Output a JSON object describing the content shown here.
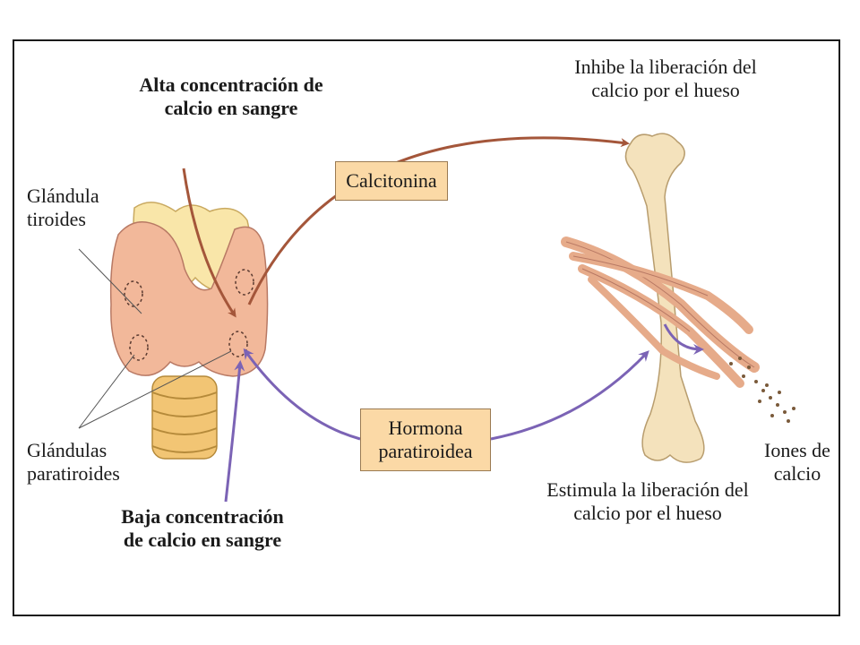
{
  "labels": {
    "high_calcium": "Alta concentración de calcio en sangre",
    "thyroid": "Glándula tiroides",
    "parathyroids": "Glándulas paratiroides",
    "low_calcium": "Baja concentración de calcio en sangre",
    "inhibit": "Inhibe la liberación del calcio por el hueso",
    "stimulate": "Estimula la liberación del calcio por el hueso",
    "calcium_ions": "Iones de calcio"
  },
  "hormones": {
    "calcitonin": "Calcitonina",
    "pth": "Hormona paratiroidea"
  },
  "colors": {
    "calcitonin_arrow": "#a4563a",
    "pth_arrow": "#7b63b5",
    "hormone_box": "#fbd9a6",
    "thyroid_tissue": "#f2b89a",
    "bone": "#f4e2bc"
  }
}
